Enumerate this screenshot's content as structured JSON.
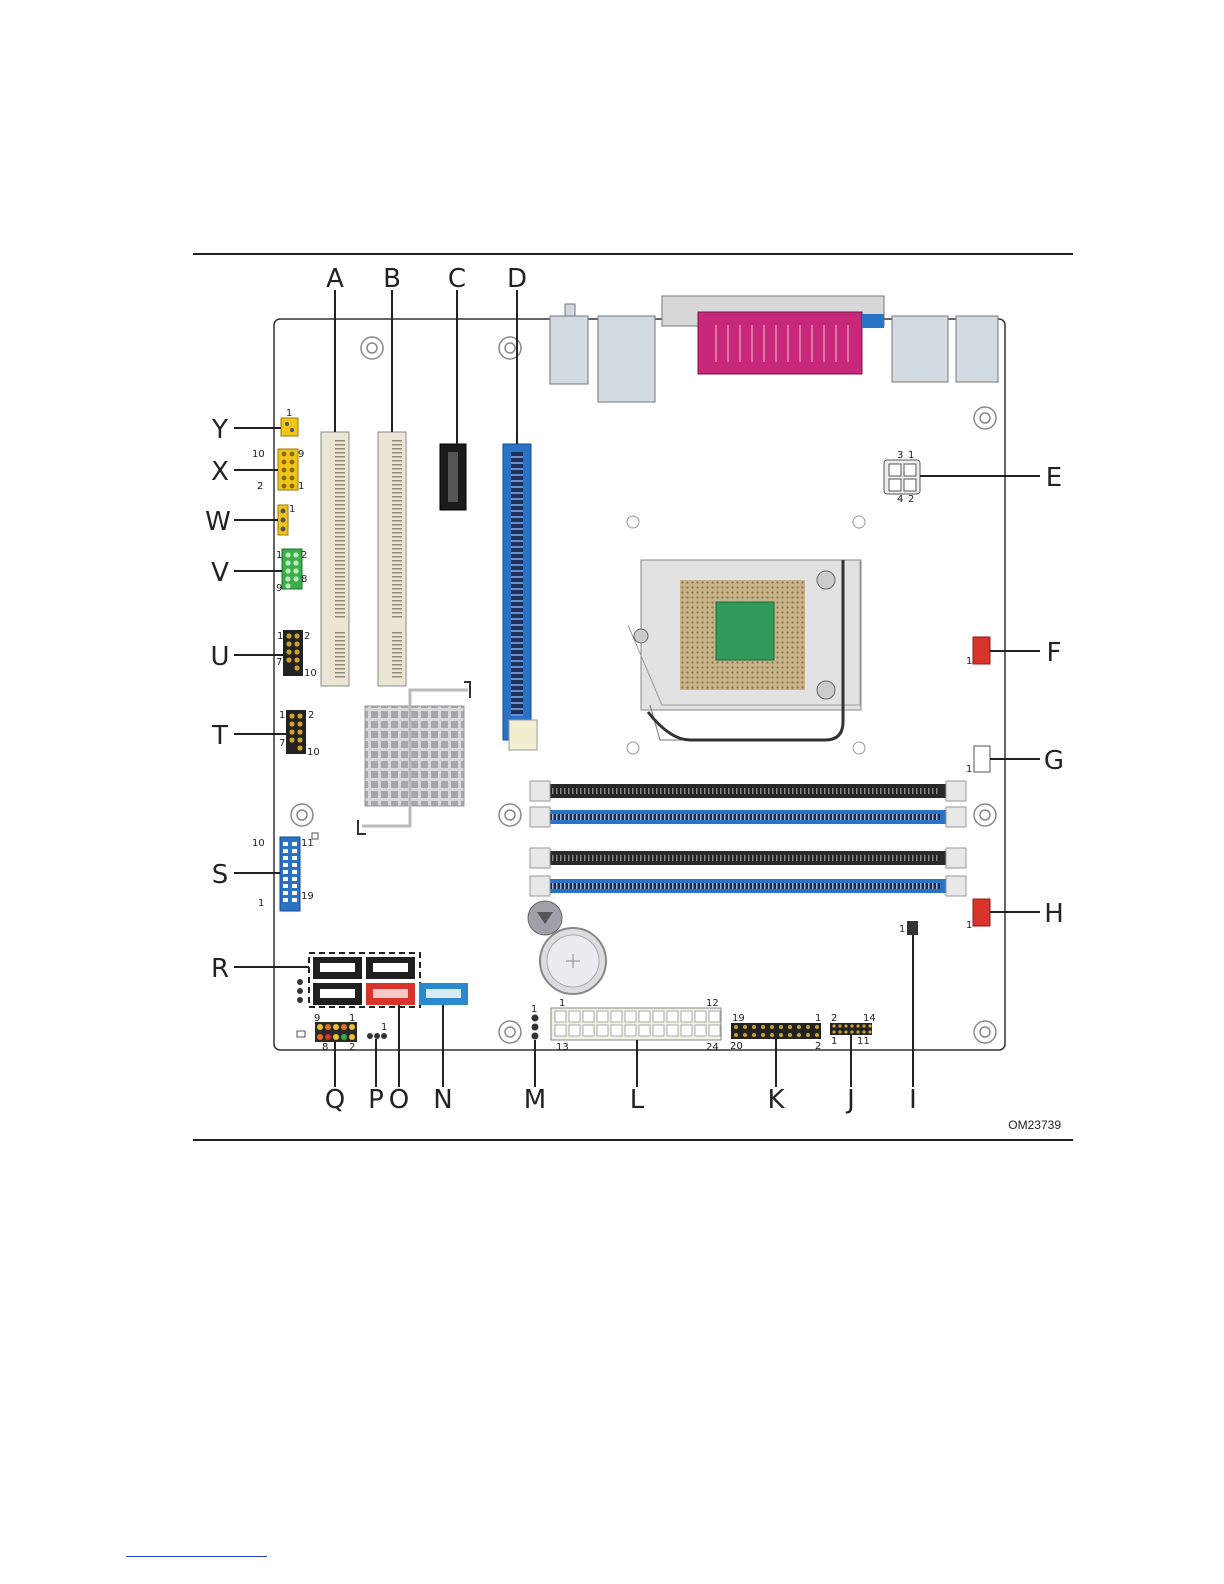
{
  "figure": {
    "id": "OM23739",
    "callouts": {
      "A": "A",
      "B": "B",
      "C": "C",
      "D": "D",
      "E": "E",
      "F": "F",
      "G": "G",
      "H": "H",
      "I": "I",
      "J": "J",
      "K": "K",
      "L": "L",
      "M": "M",
      "N": "N",
      "O": "O",
      "P": "P",
      "Q": "Q",
      "R": "R",
      "S": "S",
      "T": "T",
      "U": "U",
      "V": "V",
      "W": "W",
      "X": "X",
      "Y": "Y"
    },
    "pins": {
      "e_3": "3",
      "e_1": "1",
      "e_4": "4",
      "e_2": "2",
      "f_1": "1",
      "g_1": "1",
      "h_1": "1",
      "i_1": "1",
      "j_2": "2",
      "j_14": "14",
      "j_1": "1",
      "j_11": "11",
      "k_19": "19",
      "k_1": "1",
      "k_20": "20",
      "k_2": "2",
      "l_1": "1",
      "l_12": "12",
      "l_13": "13",
      "l_24": "24",
      "m_1": "1",
      "p_1": "1",
      "q_9": "9",
      "q_1": "1",
      "q_8": "8",
      "q_2": "2",
      "s_10": "10",
      "s_11": "11",
      "s_1": "1",
      "s_19": "19",
      "t_1": "1",
      "t_2": "2",
      "t_7": "7",
      "t_10": "10",
      "u_1": "1",
      "u_2": "2",
      "u_7": "7",
      "u_10": "10",
      "v_1": "1",
      "v_2": "2",
      "v_8": "8",
      "v_9": "9",
      "w_1": "1",
      "x_10": "10",
      "x_9": "9",
      "x_2": "2",
      "x_1": "1",
      "y_1": "1"
    }
  },
  "colors": {
    "pink": "#c8287a",
    "blue": "#2a72c4",
    "red": "#d8342c",
    "yellow": "#f0c418",
    "green": "#3cae48",
    "gray": "#b8b8b8"
  }
}
